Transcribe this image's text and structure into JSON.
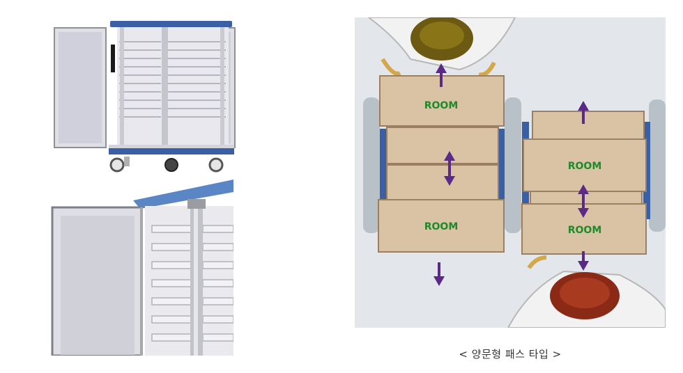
{
  "diagram": {
    "room_labels": [
      "ROOM",
      "ROOM",
      "ROOM",
      "ROOM"
    ]
  },
  "caption": "< 양문형 패스 타입 >",
  "colors": {
    "room_text": "#1f8a2a",
    "arrow": "#5b2a86",
    "box": "#d9c3a4",
    "frame_blue": "#3a5fa5",
    "background": "#ffffff"
  }
}
